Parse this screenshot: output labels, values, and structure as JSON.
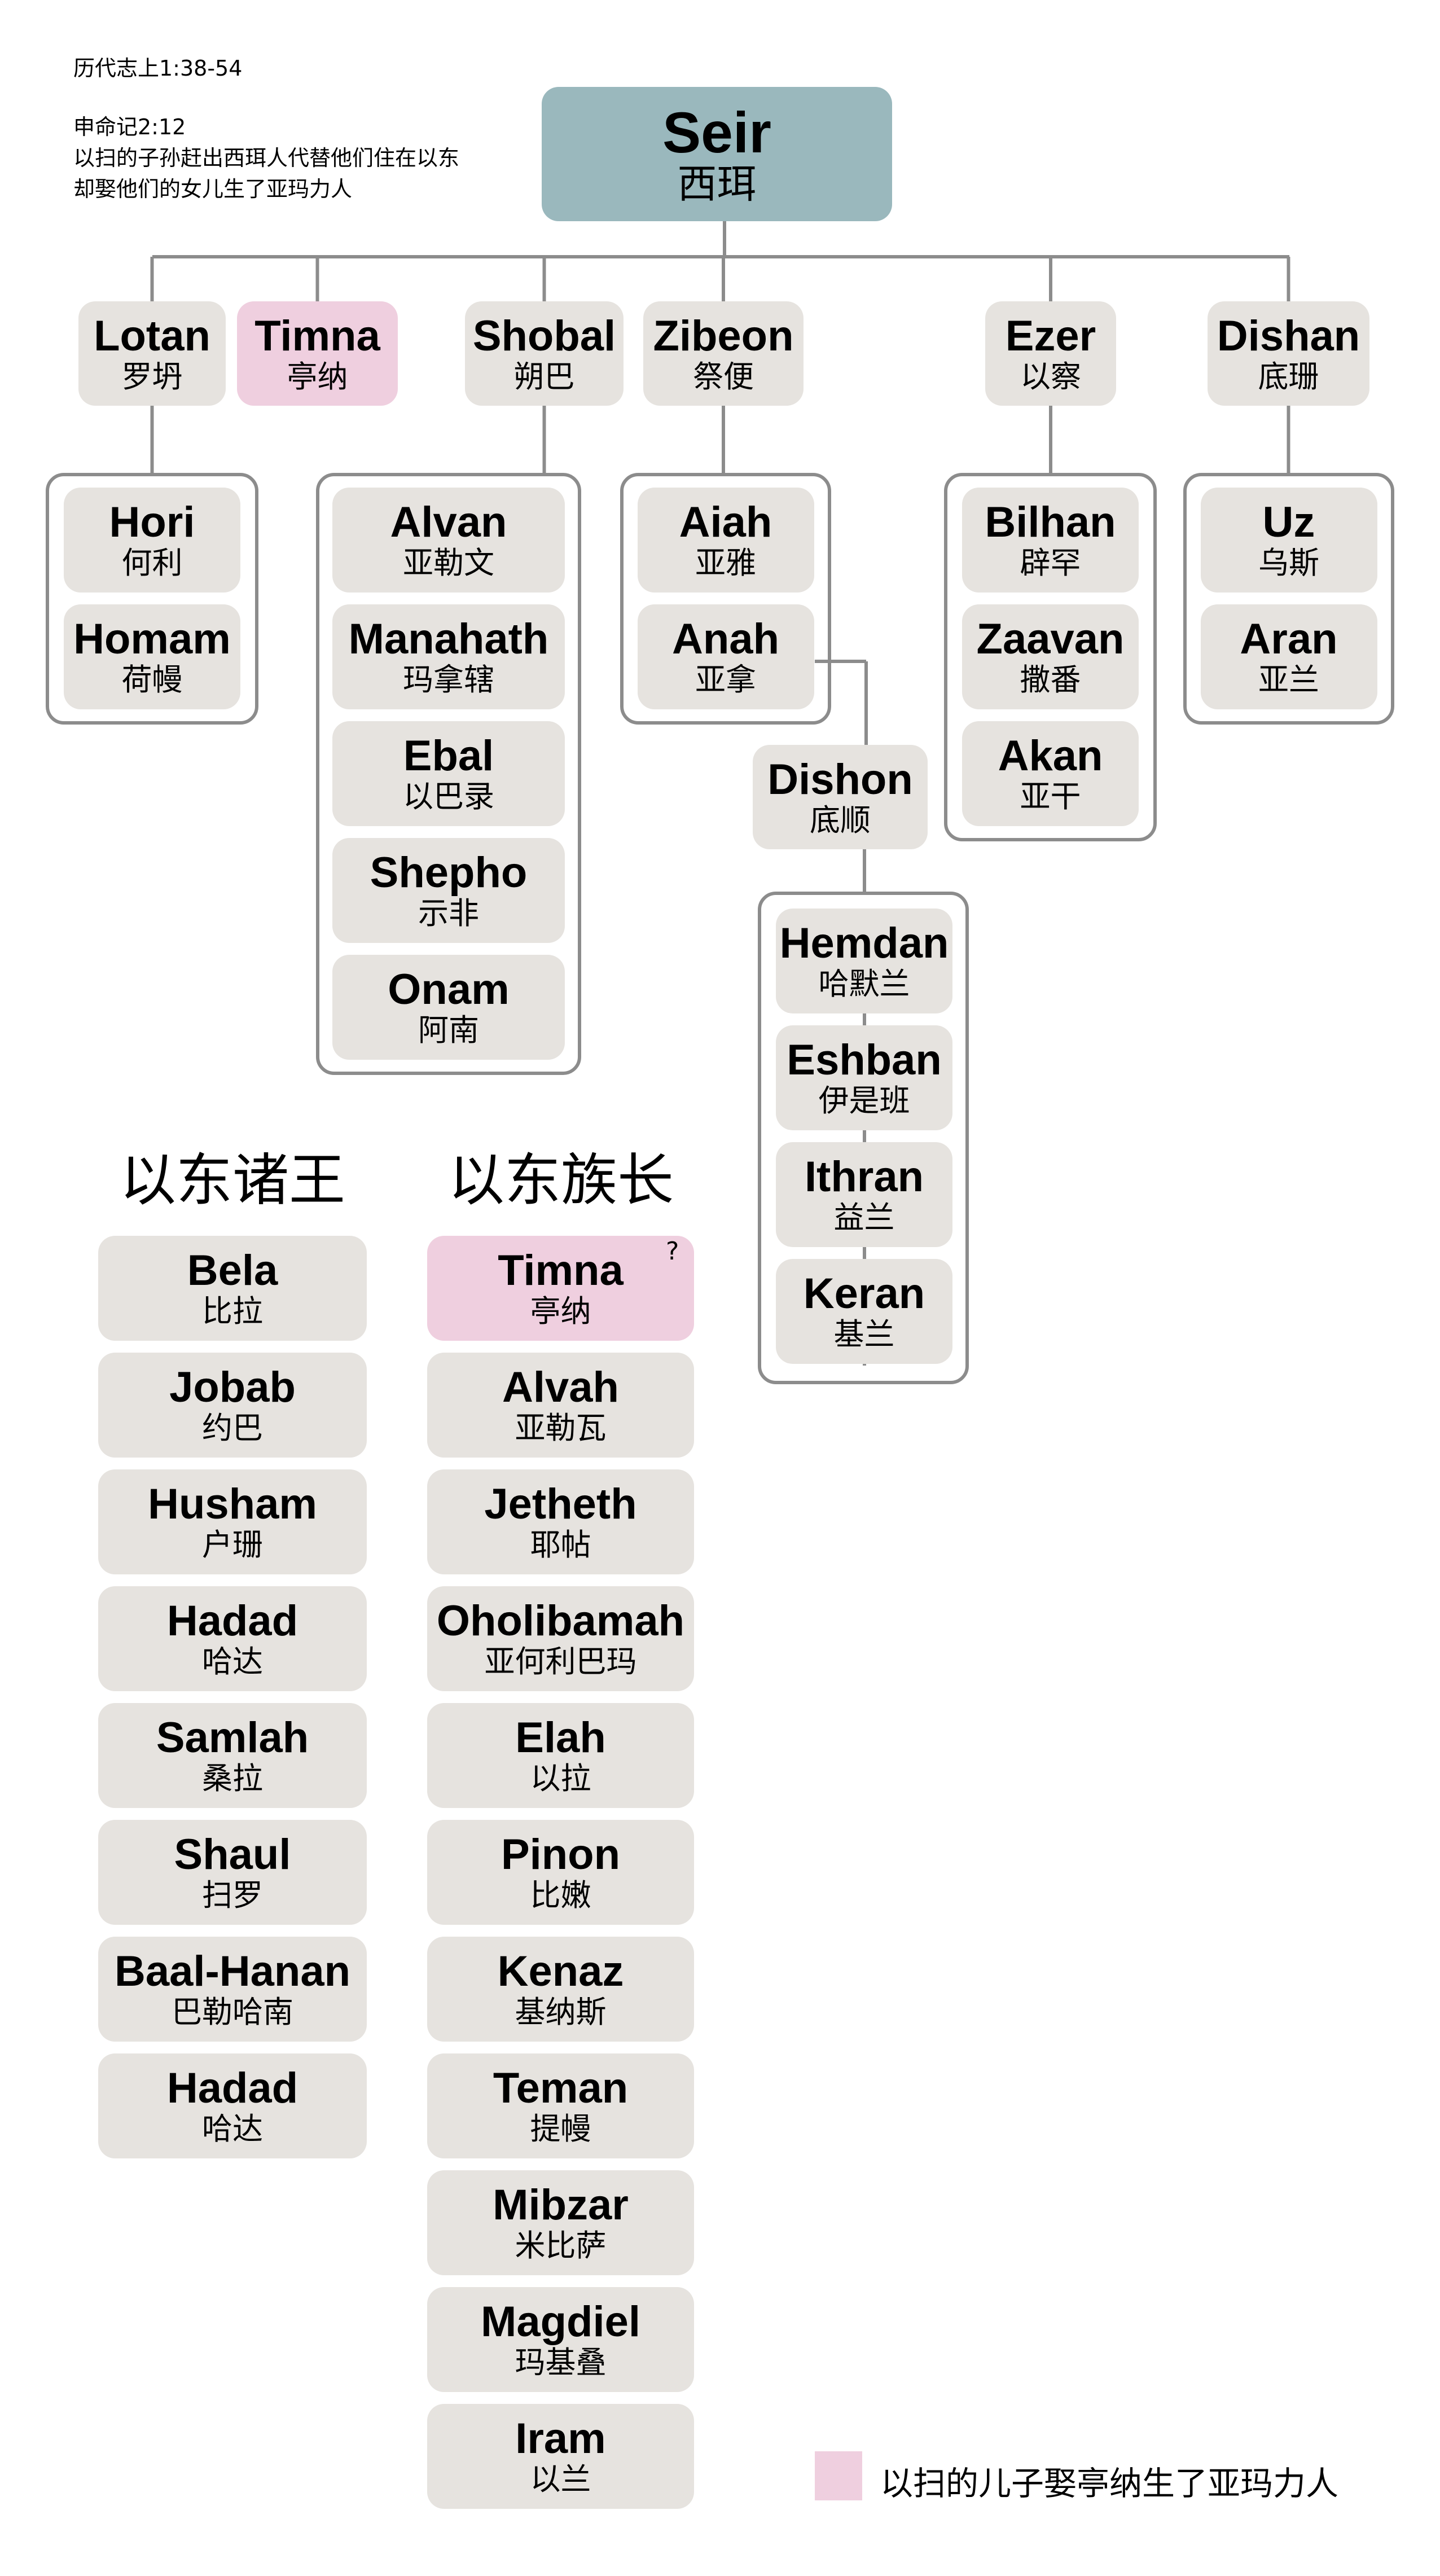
{
  "notes": {
    "ref1": "历代志上1:38-54",
    "ref2": "申命记2:12",
    "line1": "以扫的子孙赶出西珥人代替他们住在以东",
    "line2": "却娶他们的女儿生了亚玛力人"
  },
  "root": {
    "en": "Seir",
    "zh": "西珥"
  },
  "sons": [
    {
      "en": "Lotan",
      "zh": "罗坍",
      "highlight": false,
      "children": [
        {
          "en": "Hori",
          "zh": "何利"
        },
        {
          "en": "Homam",
          "zh": "荷幔"
        }
      ]
    },
    {
      "en": "Timna",
      "zh": "亭纳",
      "highlight": true,
      "children": []
    },
    {
      "en": "Shobal",
      "zh": "朔巴",
      "highlight": false,
      "children": [
        {
          "en": "Alvan",
          "zh": "亚勒文"
        },
        {
          "en": "Manahath",
          "zh": "玛拿辖"
        },
        {
          "en": "Ebal",
          "zh": "以巴录"
        },
        {
          "en": "Shepho",
          "zh": "示非"
        },
        {
          "en": "Onam",
          "zh": "阿南"
        }
      ]
    },
    {
      "en": "Zibeon",
      "zh": "祭便",
      "highlight": false,
      "children": [
        {
          "en": "Aiah",
          "zh": "亚雅"
        },
        {
          "en": "Anah",
          "zh": "亚拿"
        }
      ]
    },
    {
      "en": "Ezer",
      "zh": "以察",
      "highlight": false,
      "children": [
        {
          "en": "Bilhan",
          "zh": "辟罕"
        },
        {
          "en": "Zaavan",
          "zh": "撒番"
        },
        {
          "en": "Akan",
          "zh": "亚干"
        }
      ]
    },
    {
      "en": "Dishan",
      "zh": "底珊",
      "highlight": false,
      "children": [
        {
          "en": "Uz",
          "zh": "乌斯"
        },
        {
          "en": "Aran",
          "zh": "亚兰"
        }
      ]
    }
  ],
  "anah_child": {
    "en": "Dishon",
    "zh": "底顺",
    "children": [
      {
        "en": "Hemdan",
        "zh": "哈默兰"
      },
      {
        "en": "Eshban",
        "zh": "伊是班"
      },
      {
        "en": "Ithran",
        "zh": "益兰"
      },
      {
        "en": "Keran",
        "zh": "基兰"
      }
    ]
  },
  "kings": {
    "title": "以东诸王",
    "items": [
      {
        "en": "Bela",
        "zh": "比拉"
      },
      {
        "en": "Jobab",
        "zh": "约巴"
      },
      {
        "en": "Husham",
        "zh": "户珊"
      },
      {
        "en": "Hadad",
        "zh": "哈达"
      },
      {
        "en": "Samlah",
        "zh": "桑拉"
      },
      {
        "en": "Shaul",
        "zh": "扫罗"
      },
      {
        "en": "Baal-Hanan",
        "zh": "巴勒哈南"
      },
      {
        "en": "Hadad",
        "zh": "哈达"
      }
    ]
  },
  "chiefs": {
    "title": "以东族长",
    "question_mark": "?",
    "items": [
      {
        "en": "Timna",
        "zh": "亭纳",
        "highlight": true
      },
      {
        "en": "Alvah",
        "zh": "亚勒瓦"
      },
      {
        "en": "Jetheth",
        "zh": "耶帖"
      },
      {
        "en": "Oholibamah",
        "zh": "亚何利巴玛"
      },
      {
        "en": "Elah",
        "zh": "以拉"
      },
      {
        "en": "Pinon",
        "zh": "比嫩"
      },
      {
        "en": "Kenaz",
        "zh": "基纳斯"
      },
      {
        "en": "Teman",
        "zh": "提幔"
      },
      {
        "en": "Mibzar",
        "zh": "米比萨"
      },
      {
        "en": "Magdiel",
        "zh": "玛基叠"
      },
      {
        "en": "Iram",
        "zh": "以兰"
      }
    ]
  },
  "legend": {
    "label": "以扫的儿子娶亭纳生了亚玛力人",
    "color": "#efcfdf"
  },
  "colors": {
    "root": "#9ab8bd",
    "box": "#e6e3df",
    "highlight": "#efcfdf",
    "line": "#8c8c8c"
  }
}
